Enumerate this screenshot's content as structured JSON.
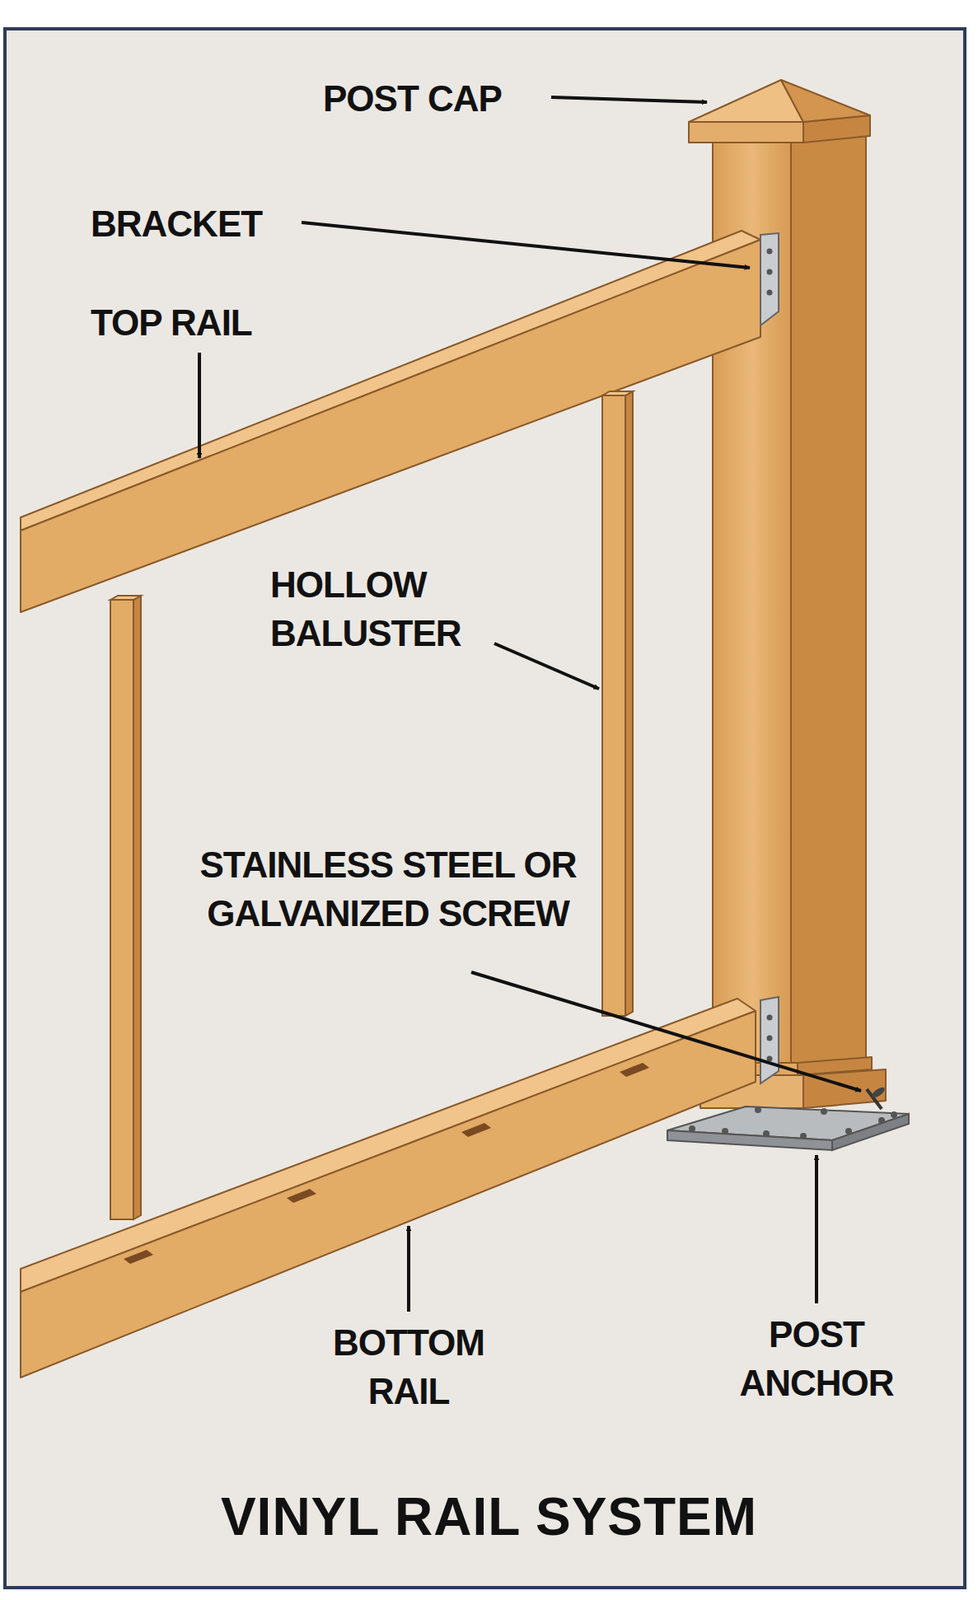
{
  "diagram": {
    "title": "VINYL RAIL SYSTEM",
    "labels": [
      "POST CAP",
      "BRACKET",
      "TOP RAIL",
      "HOLLOW BALUSTER",
      "STAINLESS STEEL OR GALVANIZED SCREW",
      "BOTTOM RAIL",
      "POST ANCHOR"
    ]
  }
}
